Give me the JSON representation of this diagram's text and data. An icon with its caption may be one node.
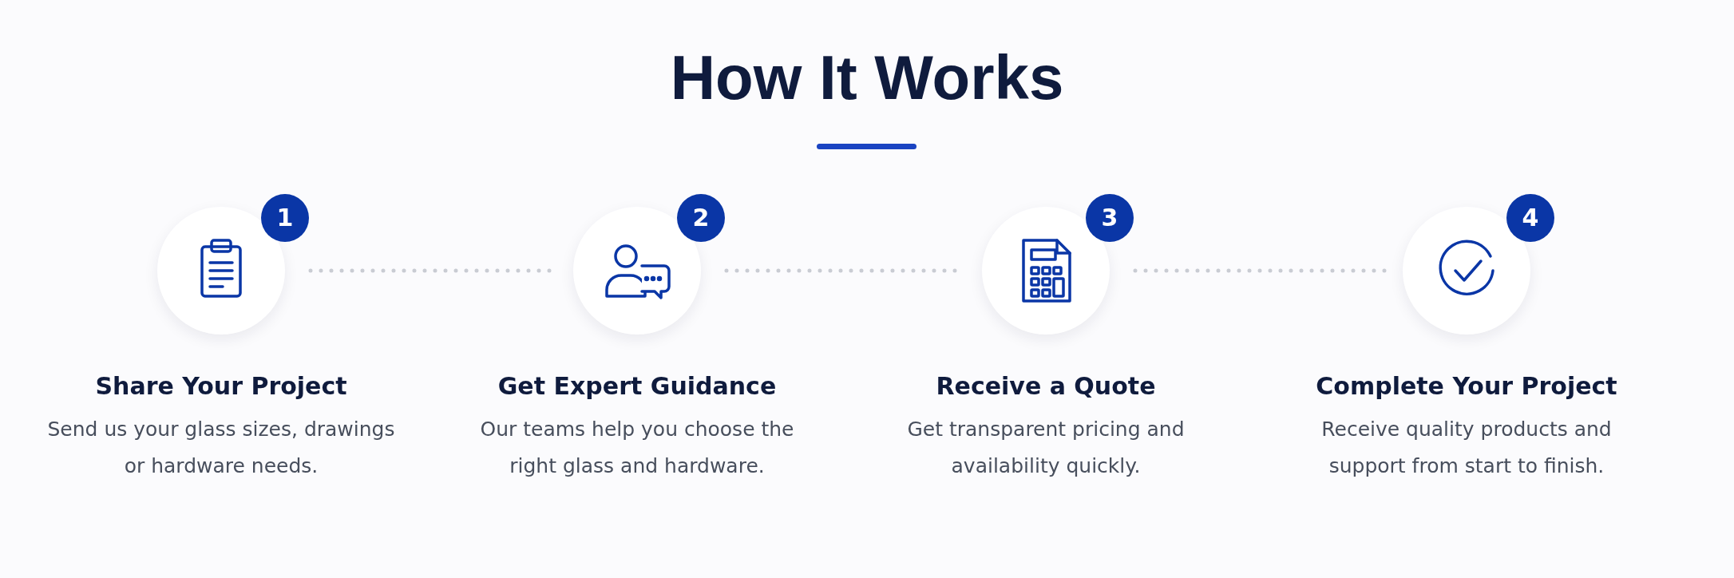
{
  "diagram": {
    "title": "How It Works",
    "nodes": [
      {
        "text": [
          "1"
        ],
        "beside": [
          "Share Your Project",
          "Send us your glass sizes, drawings or hardware needs."
        ]
      },
      {
        "text": [
          "2"
        ],
        "beside": [
          "Get Expert Guidance",
          "Our teams help you choose the right glass and hardware."
        ]
      },
      {
        "text": [
          "3"
        ],
        "beside": [
          "Receive a Quote",
          "Get transparent pricing and availability quickly."
        ]
      },
      {
        "text": [
          "4"
        ],
        "beside": [
          "Complete Your Project",
          "Receive quality products and support from start to finish."
        ]
      }
    ],
    "edges": [
      {
        "from": 0,
        "to": 1,
        "arrow": "none",
        "style": "dashed"
      },
      {
        "from": 1,
        "to": 2,
        "arrow": "none",
        "style": "dashed"
      },
      {
        "from": 2,
        "to": 3,
        "arrow": "none",
        "style": "dashed"
      }
    ]
  }
}
